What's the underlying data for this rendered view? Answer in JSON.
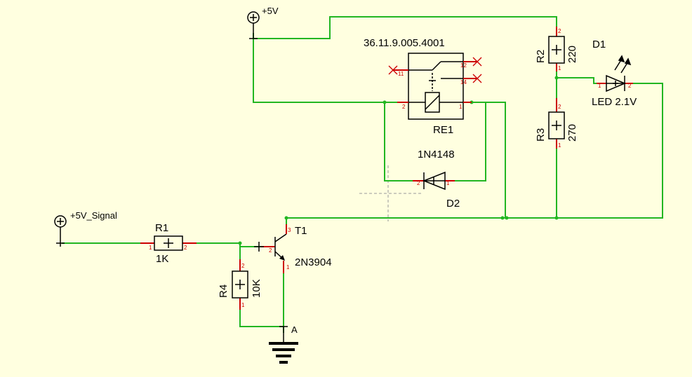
{
  "power": {
    "vcc": "+5V",
    "signal": "+5V_Signal"
  },
  "relay": {
    "ref": "RE1",
    "part": "36.11.9.005.4001",
    "pins": [
      "11",
      "12",
      "14",
      "2",
      "1"
    ]
  },
  "resistors": [
    {
      "ref": "R1",
      "value": "1K",
      "pins": [
        "1",
        "2"
      ]
    },
    {
      "ref": "R2",
      "value": "220",
      "pins": [
        "2",
        "1"
      ]
    },
    {
      "ref": "R3",
      "value": "270",
      "pins": [
        "2",
        "1"
      ]
    },
    {
      "ref": "R4",
      "value": "10K",
      "pins": [
        "2",
        "1"
      ]
    }
  ],
  "led": {
    "ref": "D1",
    "value": "LED 2.1V",
    "pins": [
      "1",
      "2"
    ]
  },
  "diode": {
    "ref": "D2",
    "part": "1N4148",
    "pins": [
      "2",
      "1"
    ]
  },
  "transistor": {
    "ref": "T1",
    "part": "2N3904",
    "pins": [
      "3",
      "2",
      "1"
    ]
  },
  "ground": {
    "label": "A"
  },
  "colors": {
    "background": "#ffffe0",
    "wire": "#22b622",
    "pin": "#cc0000",
    "body": "#000000"
  }
}
